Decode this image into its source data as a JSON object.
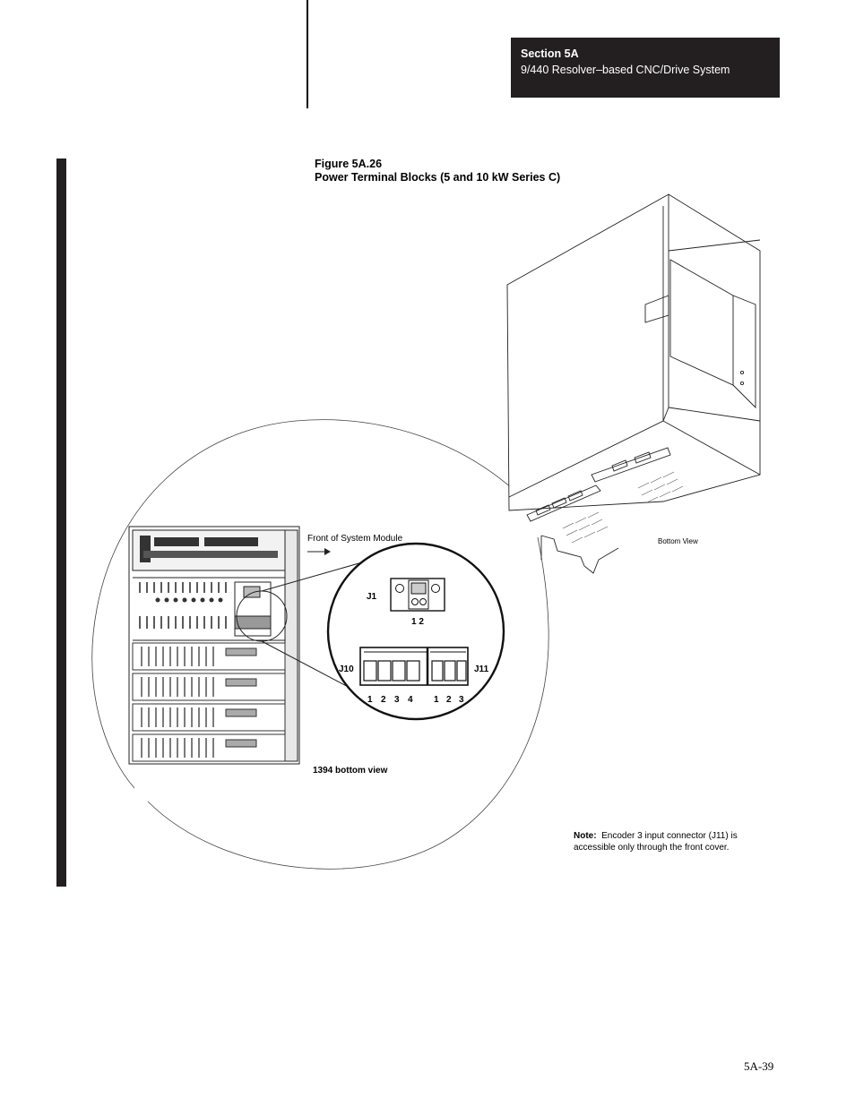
{
  "header": {
    "section_title": "Section 5A",
    "section_subtitle": "9/440 Resolver–based CNC/Drive System"
  },
  "figure": {
    "number": "Figure 5A.26",
    "title": "Power Terminal Blocks (5 and 10 kW Series C)",
    "label_front": "Front of System Module",
    "label_bottom_view": "Bottom View",
    "label_1394": "1394 bottom view",
    "j1": "J1",
    "j1_pins": "1 2",
    "j10": "J10",
    "j11": "J11",
    "j10_pins": [
      "1",
      "2",
      "3",
      "4"
    ],
    "j11_pins": [
      "1",
      "2",
      "3"
    ]
  },
  "note": {
    "label": "Note:",
    "text": "Encoder 3 input connector (J11) is accessible only through the front cover."
  },
  "footer": {
    "page_number": "5A-39"
  }
}
